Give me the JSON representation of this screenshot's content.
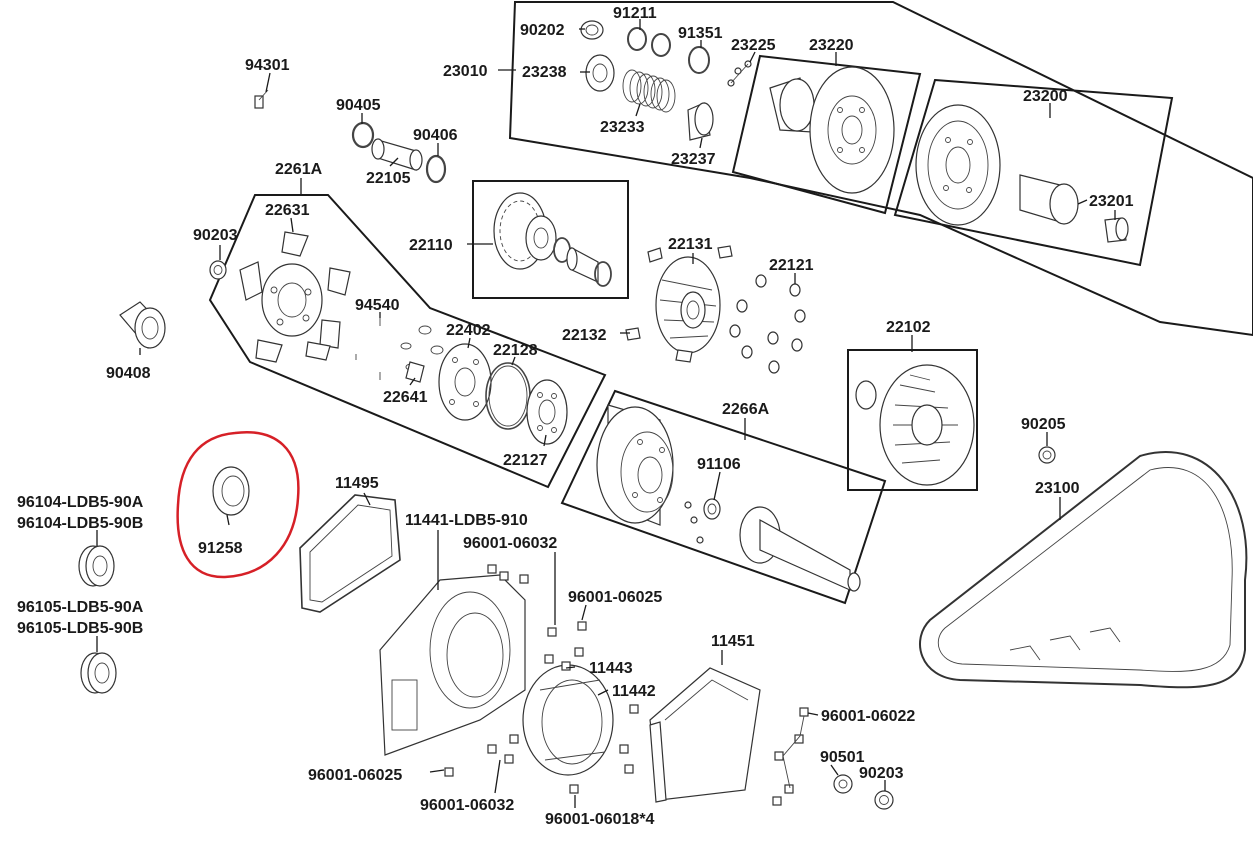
{
  "diagram": {
    "labels": {
      "p90202": "90202",
      "p91211": "91211",
      "p91351": "91351",
      "p23225": "23225",
      "p23220": "23220",
      "p23010": "23010",
      "p23238": "23238",
      "p23233": "23233",
      "p23237": "23237",
      "p23200": "23200",
      "p23201": "23201",
      "p94301": "94301",
      "p90405": "90405",
      "p90406": "90406",
      "p22105": "22105",
      "p2261A": "2261A",
      "p22631": "22631",
      "p90203a": "90203",
      "p90408": "90408",
      "p22110": "22110",
      "p22131": "22131",
      "p22121": "22121",
      "p22132": "22132",
      "p94540": "94540",
      "p22402": "22402",
      "p22128": "22128",
      "p22641": "22641",
      "p22127": "22127",
      "p22102": "22102",
      "p2266A": "2266A",
      "p91106": "91106",
      "p90205": "90205",
      "p23100": "23100",
      "p91258": "91258",
      "p11495": "11495",
      "p11441": "11441-LDB5-910",
      "p96001_06032a": "96001-06032",
      "p96001_06025a": "96001-06025",
      "p96104a": "96104-LDB5-90A",
      "p96104b": "96104-LDB5-90B",
      "p96105a": "96105-LDB5-90A",
      "p96105b": "96105-LDB5-90B",
      "p11443": "11443",
      "p11442": "11442",
      "p11451": "11451",
      "p96001_06022": "96001-06022",
      "p90501": "90501",
      "p90203b": "90203",
      "p96001_06025b": "96001-06025",
      "p96001_06032b": "96001-06032",
      "p96001_06018": "96001-06018*4"
    },
    "highlight_color": "#d62027",
    "ink_color": "#1a1a1a"
  }
}
